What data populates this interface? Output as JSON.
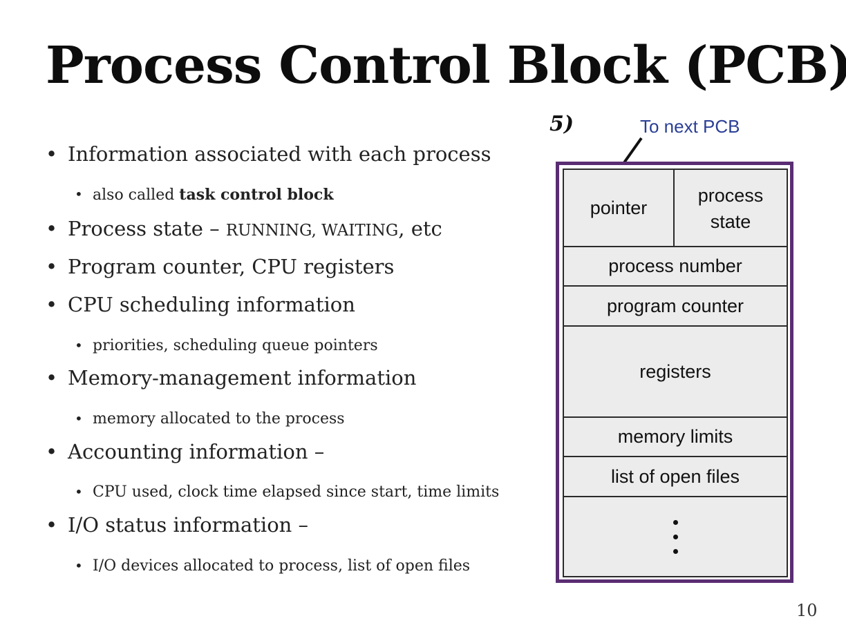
{
  "slide": {
    "title": "Process Control Block (PCB)",
    "title_fragment": "5)",
    "page_number": "10"
  },
  "bullets": [
    {
      "level": 1,
      "text": "Information associated with each process"
    },
    {
      "level": 2,
      "text_before": "also called ",
      "text_bold": "task control block"
    },
    {
      "level": 1,
      "text_before": "Process state – ",
      "small_caps": "RUNNING, WAITING",
      "text_after": ", etc"
    },
    {
      "level": 1,
      "text": "Program counter, CPU registers"
    },
    {
      "level": 1,
      "text": "CPU scheduling information"
    },
    {
      "level": 2,
      "text": "priorities, scheduling queue pointers"
    },
    {
      "level": 1,
      "text": "Memory-management information"
    },
    {
      "level": 2,
      "text": "memory allocated to the process"
    },
    {
      "level": 1,
      "text": "Accounting information –"
    },
    {
      "level": 2,
      "text": "CPU used, clock time elapsed since start, time limits"
    },
    {
      "level": 1,
      "text": "I/O status information –"
    },
    {
      "level": 2,
      "text": "I/O devices allocated to process, list of open files"
    }
  ],
  "bullet_char": "•",
  "diagram": {
    "next_label": "To next PCB",
    "pointer": "pointer",
    "process_state_line1": "process",
    "process_state_line2": "state",
    "process_number": "process number",
    "program_counter": "program counter",
    "registers": "registers",
    "memory_limits": "memory limits",
    "open_files": "list of open files",
    "border_color": "#5a2d73",
    "label_color": "#2b3f96"
  }
}
